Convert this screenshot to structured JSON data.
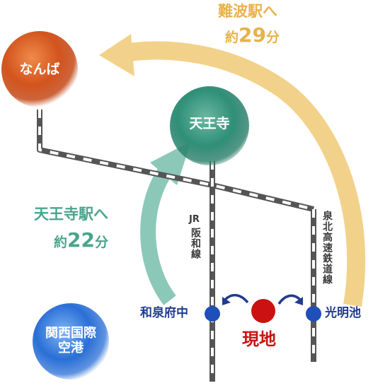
{
  "stations": {
    "namba": "なんば",
    "tennoji": "天王寺",
    "izumi_fuchu": "和泉府中",
    "komyoike": "光明池",
    "kansai_airport_line1": "関西国際",
    "kansai_airport_line2": "空港"
  },
  "current_location": "現地",
  "lines": {
    "jr_hanwa_line1": "JR",
    "jr_hanwa_line2": "阪和線",
    "senboku_line": "泉北高速鉄道線"
  },
  "routes": {
    "namba": {
      "label": "難波駅へ",
      "prefix": "約",
      "minutes": "29",
      "unit": "分"
    },
    "tennoji": {
      "label": "天王寺駅へ",
      "prefix": "約",
      "minutes": "22",
      "unit": "分"
    }
  },
  "colors": {
    "namba_orb": "#d2541e",
    "tennoji_orb": "#2f8f77",
    "airport_orb": "#2a6fd6",
    "namba_arrow": "#f2d28a",
    "tennoji_arrow": "#8cc8b8",
    "namba_text": "#e8b24a",
    "tennoji_text": "#4aa58c",
    "station_dot": "#1f4fb8",
    "location_dot": "#cc1111",
    "station_text": "#203c8c"
  }
}
